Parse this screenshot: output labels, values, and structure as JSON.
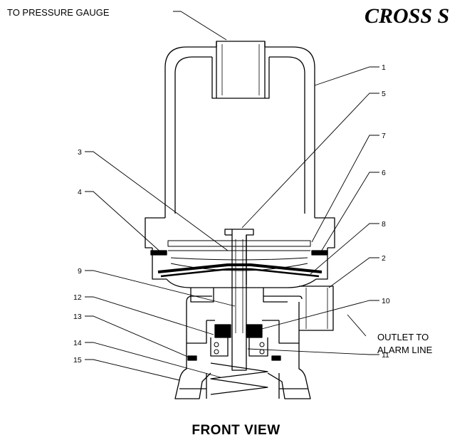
{
  "title": "CROSS S",
  "view_label": "FRONT VIEW",
  "callouts": {
    "to_gauge": "TO PRESSURE GAUGE",
    "outlet_line1": "OUTLET TO",
    "outlet_line2": "ALARM LINE"
  },
  "part_numbers": [
    "1",
    "2",
    "3",
    "4",
    "5",
    "6",
    "7",
    "8",
    "9",
    "10",
    "11",
    "12",
    "13",
    "14",
    "15"
  ]
}
